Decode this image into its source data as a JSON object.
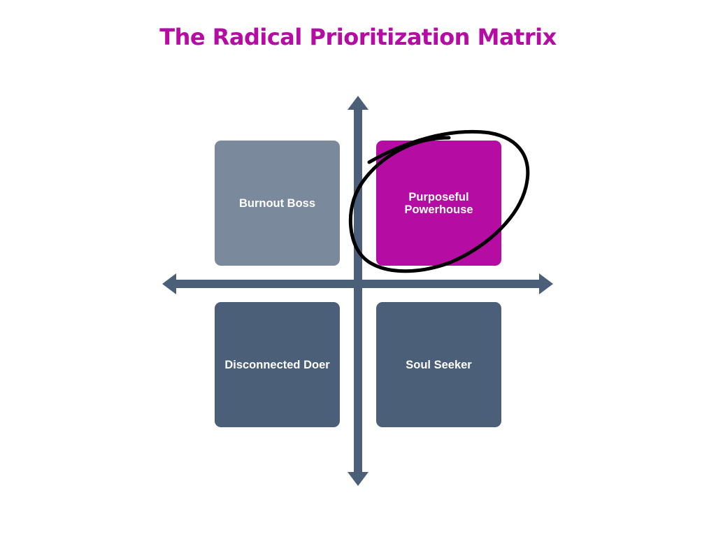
{
  "title": "The Radical Prioritization Matrix",
  "colors": {
    "title": "#b50ca3",
    "axis": "#4b5f78",
    "highlight_ring": "#000000"
  },
  "quadrants": {
    "top_left": {
      "label": "Burnout Boss",
      "color": "#7a8a9c"
    },
    "top_right": {
      "label": "Purposeful Powerhouse",
      "color": "#b50ca3"
    },
    "bottom_left": {
      "label": "Disconnected Doer",
      "color": "#4b5f78"
    },
    "bottom_right": {
      "label": "Soul Seeker",
      "color": "#4b5f78"
    }
  }
}
